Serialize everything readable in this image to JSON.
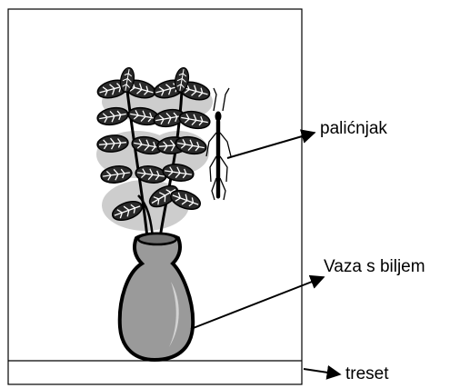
{
  "labels": {
    "stick_insect": "palićnjak",
    "vase_with_plant": "Vaza s biljem",
    "peat": "treset"
  },
  "colors": {
    "outline": "#000000",
    "vase_fill": "#9a9a9a",
    "vase_highlight": "#d2d2d2",
    "leaf_fill": "#2a2a2a",
    "leaf_shadow": "#c8c8c8",
    "background": "#ffffff"
  }
}
